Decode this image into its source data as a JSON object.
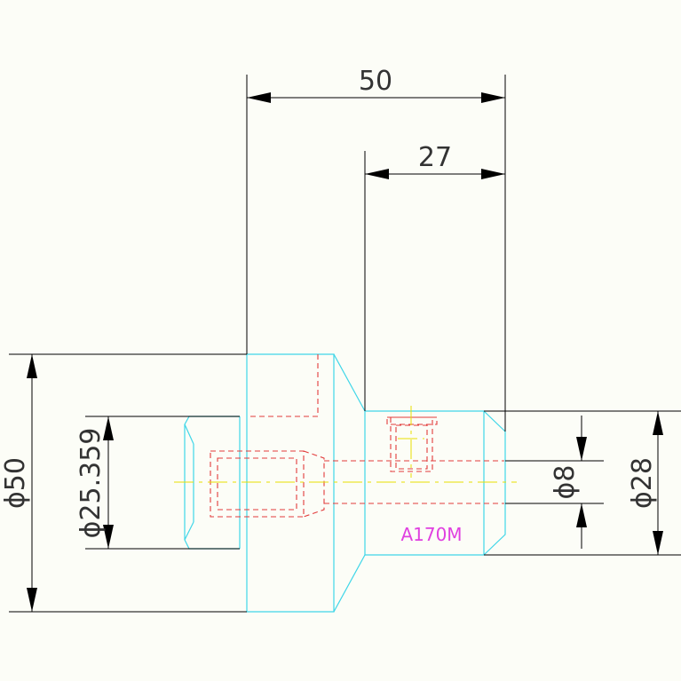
{
  "dimensions": {
    "overall_length": "50",
    "stub_length": "27",
    "large_diameter": "ϕ50",
    "bore_diameter": "ϕ25.359",
    "pin_diameter": "ϕ8",
    "stub_diameter": "ϕ28"
  },
  "part_label": "A170M",
  "colors": {
    "background": "#fcfdf7",
    "geometry": "#3fd6e8",
    "hidden_lines": "#e23b3b",
    "center_lines": "#e8e000",
    "dimension_lines": "#000000",
    "label": "#e040e0"
  }
}
